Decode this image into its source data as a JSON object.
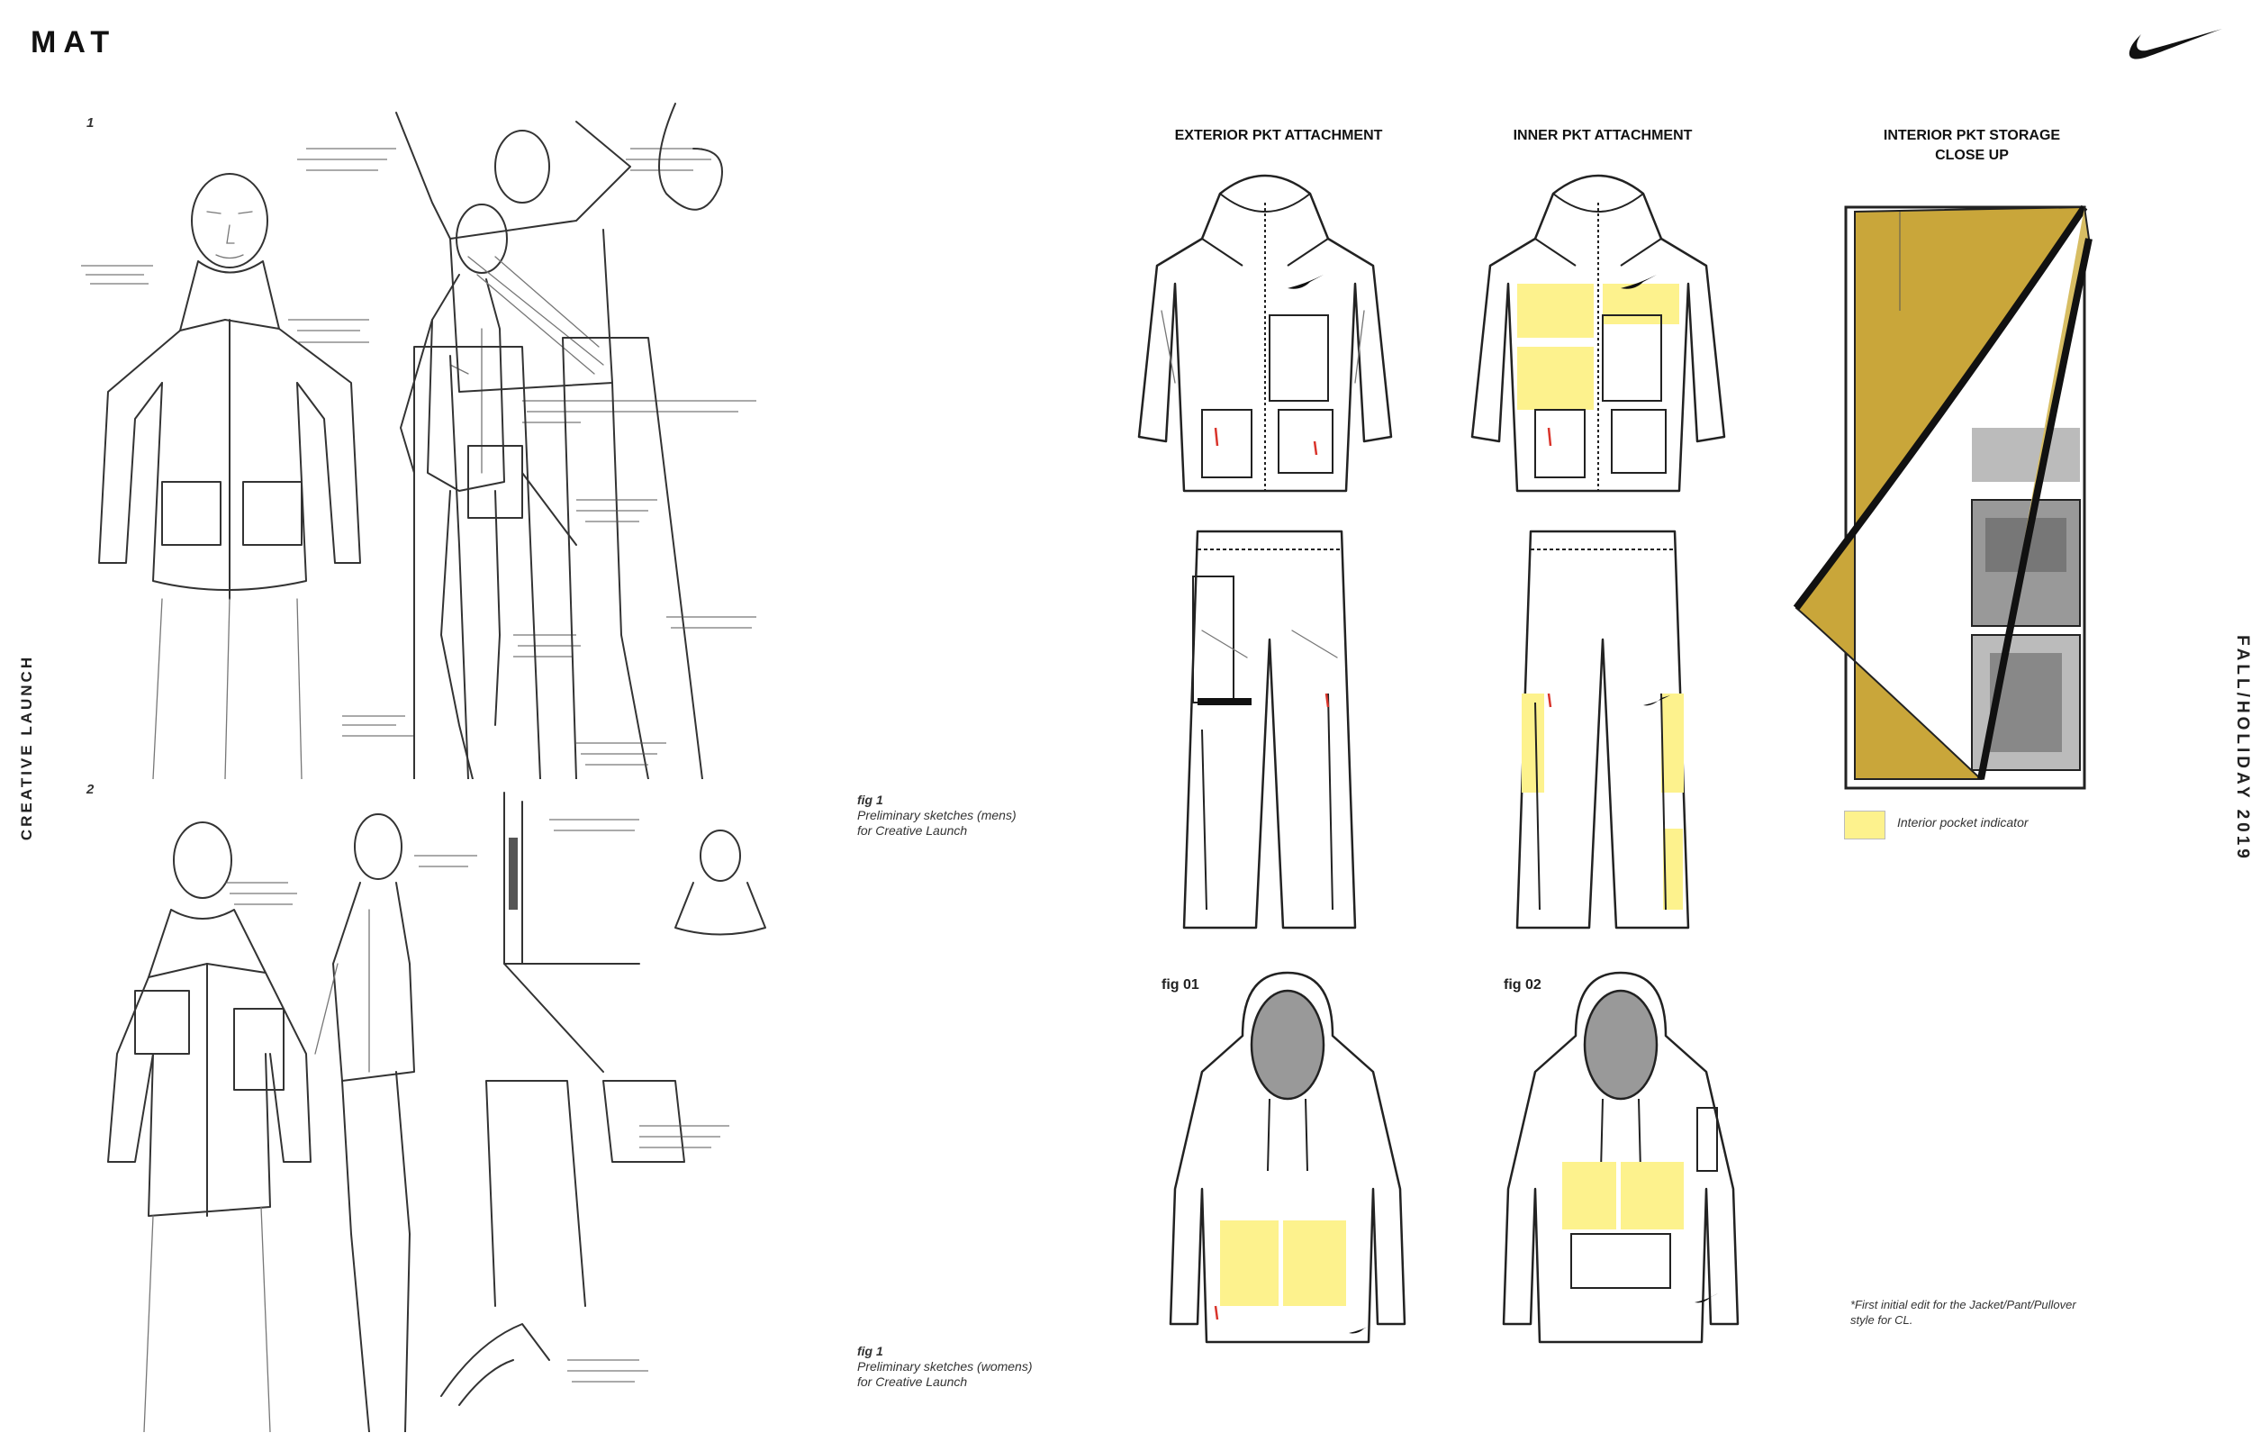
{
  "brand": {
    "title": "MAT",
    "logo": "swoosh-logo"
  },
  "side_labels": {
    "left": "CREATIVE LAUNCH",
    "right": "FALL/HOLIDAY 2019"
  },
  "sketch_sections": [
    {
      "number": "1",
      "caption_fig": "fig 1",
      "caption_text": "Preliminary sketches (mens)\nfor Creative Launch"
    },
    {
      "number": "2",
      "caption_fig": "fig 1",
      "caption_text": "Preliminary sketches (womens)\nfor Creative Launch"
    }
  ],
  "columns": {
    "exterior": "EXTERIOR PKT ATTACHMENT",
    "inner": "INNER PKT ATTACHMENT",
    "storage": "INTERIOR PKT STORAGE\nCLOSE UP"
  },
  "figures": {
    "fig01": "fig 01",
    "fig02": "fig 02"
  },
  "legend": {
    "label": "Interior pocket indicator",
    "color": "#fdf28d"
  },
  "footnote": "*First initial edit for the Jacket/Pant/Pullover\nstyle for CL.",
  "colors": {
    "highlight": "#fdf28d",
    "gold": "#c9a63a",
    "zipper": "#222222",
    "accent_red": "#d9342b"
  }
}
